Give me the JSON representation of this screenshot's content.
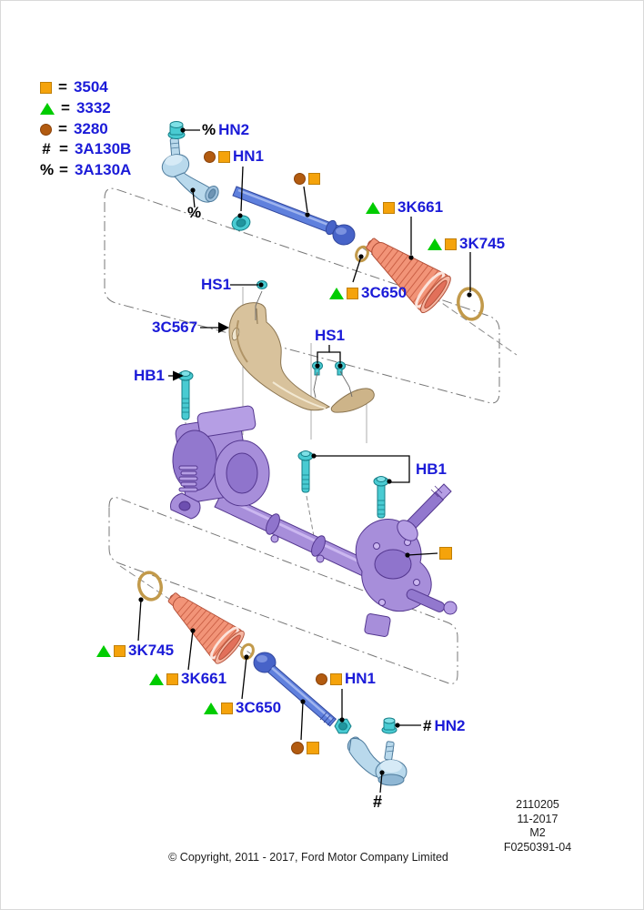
{
  "document_type": "parts-diagram",
  "legend": {
    "items": [
      {
        "marker": "orange-square",
        "equals": "=",
        "code": "3504"
      },
      {
        "marker": "green-triangle",
        "equals": "=",
        "code": "3332"
      },
      {
        "marker": "brown-circle",
        "equals": "=",
        "code": "3280"
      },
      {
        "marker": "hash-symbol",
        "symbol": "#",
        "equals": "=",
        "code": "3A130B"
      },
      {
        "marker": "percent-symbol",
        "symbol": "%",
        "equals": "=",
        "code": "3A130A"
      }
    ]
  },
  "callouts": {
    "hn2_top": {
      "prefix": "%",
      "code": "HN2"
    },
    "hn1_top": {
      "code": "HN1",
      "markers": [
        "brown-circle",
        "orange-square"
      ]
    },
    "tie_rod_end_top_ref": {
      "symbol": "%"
    },
    "rod_top_markers": {
      "markers": [
        "brown-circle",
        "orange-square"
      ]
    },
    "boot_top": {
      "code": "3K661",
      "markers": [
        "green-triangle",
        "orange-square"
      ]
    },
    "ring_top": {
      "code": "3K745",
      "markers": [
        "green-triangle",
        "orange-square"
      ]
    },
    "clamp_top": {
      "code": "3C650",
      "markers": [
        "green-triangle",
        "orange-square"
      ]
    },
    "hs1_shield": {
      "code": "HS1"
    },
    "heat_shield": {
      "code": "3C567"
    },
    "hs1_pair": {
      "code": "HS1"
    },
    "hb1_left": {
      "code": "HB1"
    },
    "hb1_right": {
      "code": "HB1"
    },
    "gear_marker": {
      "markers": [
        "orange-square"
      ]
    },
    "ring_bottom": {
      "code": "3K745",
      "markers": [
        "green-triangle",
        "orange-square"
      ]
    },
    "boot_bottom": {
      "code": "3K661",
      "markers": [
        "green-triangle",
        "orange-square"
      ]
    },
    "clamp_bottom": {
      "code": "3C650",
      "markers": [
        "green-triangle",
        "orange-square"
      ]
    },
    "rod_bottom_markers": {
      "markers": [
        "brown-circle",
        "orange-square"
      ]
    },
    "hn1_bottom": {
      "code": "HN1",
      "markers": [
        "brown-circle",
        "orange-square"
      ]
    },
    "hn2_bottom": {
      "prefix": "#",
      "code": "HN2"
    },
    "tie_rod_end_bottom_ref": {
      "symbol": "#"
    }
  },
  "footer": {
    "doc_number": "2110205",
    "date": "11-2017",
    "market": "M2",
    "figure_number": "F0250391-04"
  },
  "copyright": "© Copyright, 2011 - 2017, Ford Motor Company Limited",
  "colors": {
    "label_blue": "#1b1bd8",
    "marker_orange": "#f5a30b",
    "marker_green": "#00cc00",
    "marker_brown": "#b25b10",
    "fastener_cyan": "#49cbd2",
    "gear_purple": "#a78eda",
    "boot_salmon": "#f29478",
    "shield_tan": "#d8c29c",
    "clamp_gold": "#c29a4b",
    "rod_blue": "#5f80dd",
    "tie_rod_light_blue": "#b9d9ec"
  }
}
